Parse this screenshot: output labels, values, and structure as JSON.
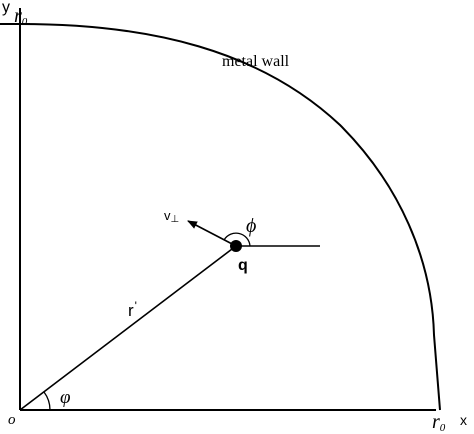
{
  "diagram": {
    "axis_x": "x",
    "axis_y": "y",
    "origin": "o",
    "radius_x_label": "r",
    "radius_x_sub": "0",
    "radius_y_label": "r",
    "radius_y_sub": "0",
    "wall_label": "metal wall",
    "charge_label": "q",
    "position_label": "r",
    "position_mark": "'",
    "velocity_label": "v",
    "velocity_sub": "⊥",
    "angle_position": "φ",
    "angle_velocity": "ϕ"
  }
}
